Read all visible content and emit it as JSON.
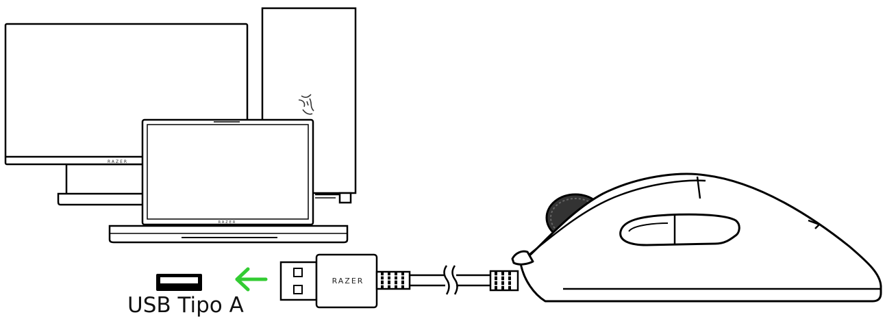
{
  "monitor": {
    "brand": "RAZER"
  },
  "laptop": {
    "brand": "RAZER"
  },
  "cable": {
    "brand": "RAZER"
  },
  "port": {
    "label": "USB Tipo A"
  },
  "colors": {
    "arrow": "#33cc33",
    "outline": "#000000",
    "background": "#ffffff"
  },
  "icons": {
    "monitor": "desktop-monitor-icon",
    "tower": "pc-tower-icon",
    "laptop": "laptop-icon",
    "port": "usb-port-icon",
    "arrow": "arrow-left-icon",
    "cable": "usb-cable-icon",
    "mouse": "mouse-icon",
    "logo": "razer-snake-logo-icon"
  }
}
